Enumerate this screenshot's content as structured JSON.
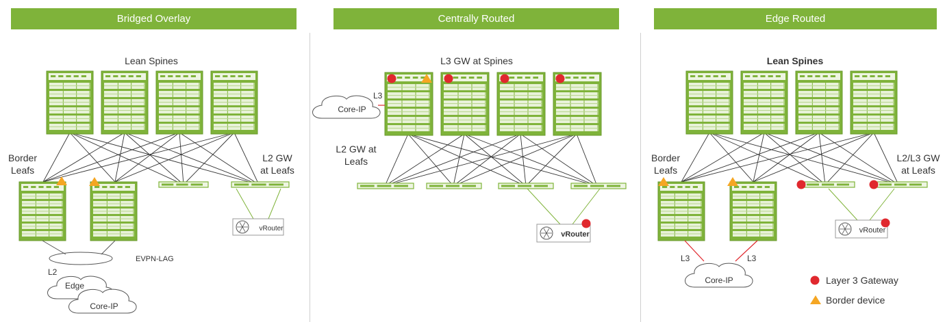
{
  "colors": {
    "accent": "#7fb33a",
    "gateway": "#e0282e",
    "border_device": "#f5a623",
    "red_link": "#e0282e"
  },
  "panels": [
    {
      "title": "Bridged Overlay",
      "labels": {
        "spines": "Lean Spines",
        "border_leafs": "Border\nLeafs",
        "leaf_gw": "L2 GW\nat Leafs",
        "vrouter": "vRouter",
        "lag": "EVPN-LAG",
        "l2": "L2",
        "edge": "Edge",
        "core": "Core-IP"
      }
    },
    {
      "title": "Centrally Routed",
      "labels": {
        "spines": "L3 GW at Spines",
        "leaf_gw": "L2 GW at\nLeafs",
        "core": "Core-IP",
        "l3": "L3",
        "vrouter": "vRouter"
      }
    },
    {
      "title": "Edge Routed",
      "labels": {
        "spines": "Lean Spines",
        "border_leafs": "Border\nLeafs",
        "leaf_gw": "L2/L3 GW\nat Leafs",
        "vrouter": "vRouter",
        "l3_left": "L3",
        "l3_right": "L3",
        "core": "Core-IP"
      }
    }
  ],
  "legend": [
    {
      "icon": "red-circle-icon",
      "label": "Layer 3 Gateway"
    },
    {
      "icon": "orange-triangle-icon",
      "label": "Border device"
    }
  ]
}
